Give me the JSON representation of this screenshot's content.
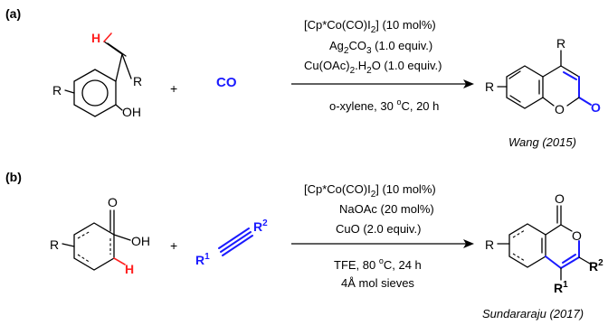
{
  "scheme_a": {
    "label": "(a)",
    "reactant": {
      "r_substituent": "R",
      "r_alkene": "R",
      "h_label": "H",
      "oh_label": "OH"
    },
    "plus": "+",
    "co_reagent": "CO",
    "conditions": {
      "catalyst_pre": "[Cp*Co(CO)I",
      "catalyst_sub": "2",
      "catalyst_post": "] (10 mol%)",
      "oxidant_pre": "Ag",
      "oxidant_sub1": "2",
      "oxidant_mid": "CO",
      "oxidant_sub2": "3",
      "oxidant_post": " (1.0 equiv.)",
      "additive_pre": "Cu(OAc)",
      "additive_sub": "2",
      "additive_post": ".H",
      "additive_sub2": "2",
      "additive_end": "O (1.0 equiv.)",
      "solvent_pre": "o-xylene, 30 ",
      "solvent_sup": "o",
      "solvent_post": "C, 20 h"
    },
    "product": {
      "r_top": "R",
      "r_left": "R",
      "o_ring": "O",
      "o_carbonyl": "O"
    },
    "citation": "Wang (2015)"
  },
  "scheme_b": {
    "label": "(b)",
    "reactant": {
      "r_substituent": "R",
      "acid_o": "O",
      "acid_oh": "OH",
      "h_label": "H"
    },
    "plus": "+",
    "alkyne": {
      "r1": "R",
      "r1_sup": "1",
      "r2": "R",
      "r2_sup": "2"
    },
    "conditions": {
      "catalyst_pre": "[Cp*Co(CO)I",
      "catalyst_sub": "2",
      "catalyst_post": "] (10 mol%)",
      "base": "NaOAc (20 mol%)",
      "oxidant": "CuO (2.0 equiv.)",
      "solvent_pre": "TFE, 80 ",
      "solvent_sup": "o",
      "solvent_post": "C, 24 h",
      "sieves": "4Å mol sieves"
    },
    "product": {
      "o_carbonyl": "O",
      "o_ring": "O",
      "r_left": "R",
      "r1": "R",
      "r1_sup": "1",
      "r2": "R",
      "r2_sup": "2"
    },
    "citation": "Sundararaju (2017)"
  },
  "colors": {
    "highlight_blue": "#1a1aff",
    "highlight_red": "#ff2020"
  }
}
